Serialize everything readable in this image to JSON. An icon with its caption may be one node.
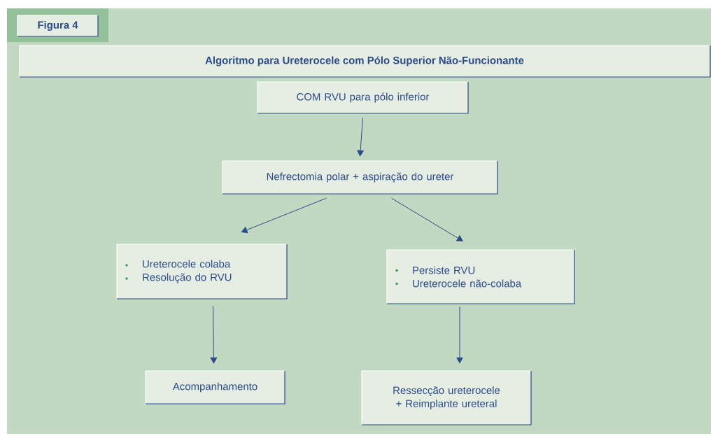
{
  "diagram": {
    "title": "Algoritmo para Ureterocele com Pólo Superior Não-Funcionante",
    "nodes": [
      {
        "text": [
          "COM RVU para pólo inferior"
        ]
      },
      {
        "text": [
          "Nefrectomia polar + aspiração do ureter"
        ]
      },
      {
        "text": [
          "Ureterocele colaba",
          "Resolução do RVU"
        ]
      },
      {
        "text": [
          "Persiste RVU",
          "Ureterocele não-colaba"
        ]
      },
      {
        "text": [
          "Acompanhamento"
        ]
      },
      {
        "text": [
          "Ressecção ureterocele + Reimplante ureteral"
        ]
      }
    ],
    "edges": [
      {
        "from": 0,
        "to": 1,
        "arrow": "to"
      },
      {
        "from": 1,
        "to": 2,
        "arrow": "to"
      },
      {
        "from": 1,
        "to": 3,
        "arrow": "to"
      },
      {
        "from": 2,
        "to": 4,
        "arrow": "to"
      },
      {
        "from": 3,
        "to": 5,
        "arrow": "to"
      }
    ],
    "labels": [
      "Figura 4"
    ]
  }
}
